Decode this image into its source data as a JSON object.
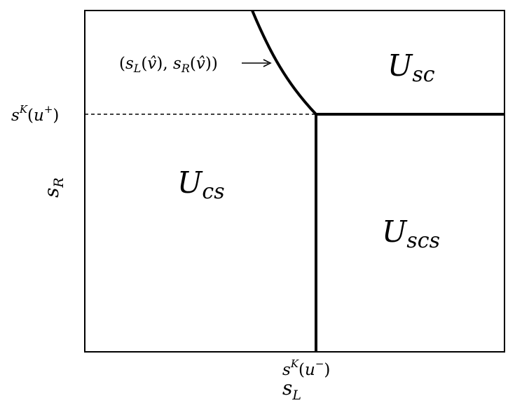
{
  "figure": {
    "regions": {
      "top_right": "U_sc",
      "left": "U_cs",
      "bottom_right": "U_scs"
    },
    "axes": {
      "x_label": "s_L",
      "y_label": "s_R",
      "x_tick": "s^K(u^-)",
      "y_tick": "s^K(u^+)"
    },
    "annotation": {
      "text": "(s_L(v̂), s_R(v̂))",
      "arrow": "→"
    }
  }
}
